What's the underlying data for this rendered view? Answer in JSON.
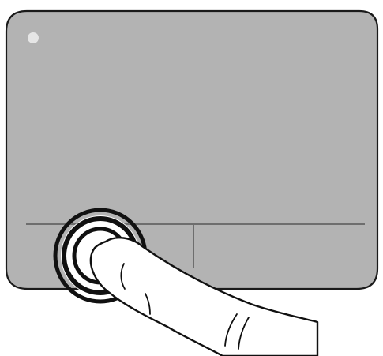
{
  "illustration": {
    "subject": "touchpad-left-button-press",
    "colors": {
      "pad_fill": "#b3b3b3",
      "pad_stroke": "#1a1a1a",
      "button_divider": "#6e6e6e",
      "status_light": "#e6e6e6",
      "press_rings": "#111111",
      "finger_fill": "#ffffff",
      "finger_stroke": "#111111"
    },
    "parts": [
      "touchpad-surface",
      "status-light",
      "left-touchpad-button",
      "right-touchpad-button",
      "press-indicator-rings",
      "finger"
    ]
  }
}
